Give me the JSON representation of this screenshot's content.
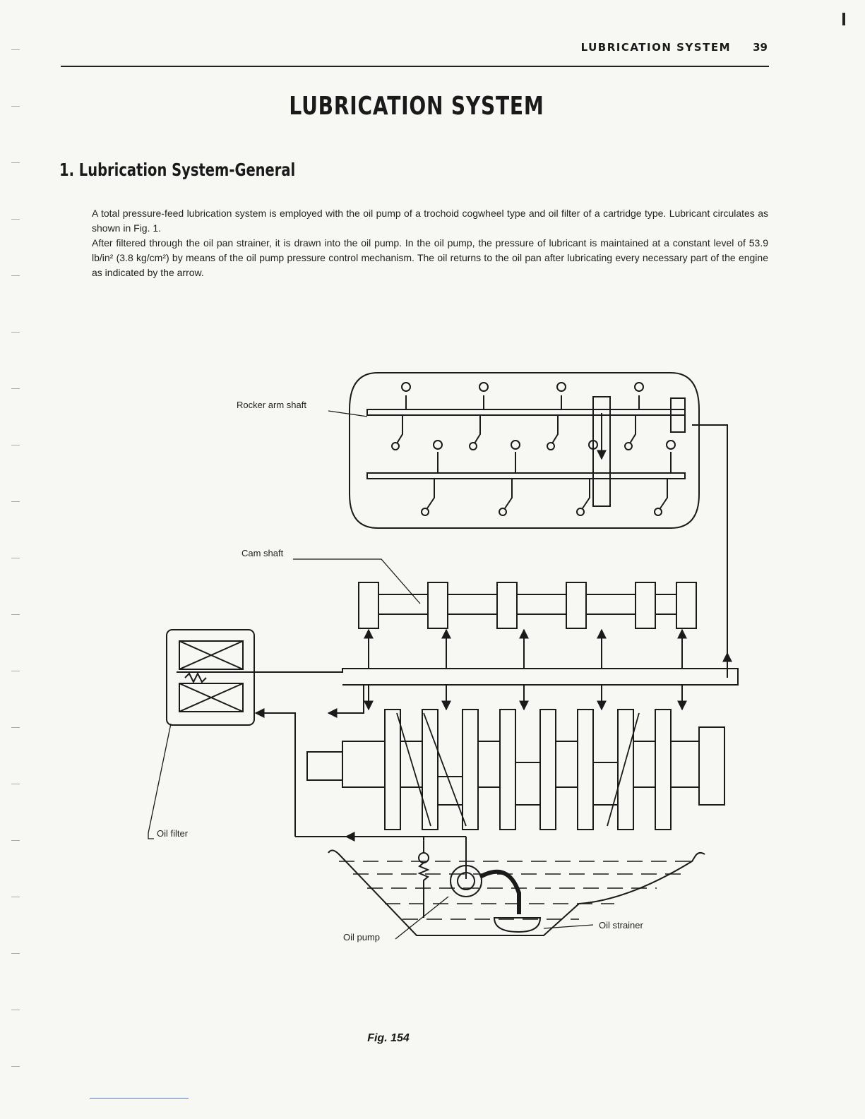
{
  "header": {
    "running_title": "LUBRICATION SYSTEM",
    "page_number": "39"
  },
  "title": "LUBRICATION SYSTEM",
  "section": {
    "heading": "1. Lubrication System-General"
  },
  "body": {
    "paragraph_1": "A total pressure-feed lubrication system is employed with the oil pump of a trochoid cogwheel type and oil filter of a cartridge type. Lubricant circulates as shown in Fig. 1.",
    "paragraph_2": "After filtered through the oil pan strainer, it is drawn into the oil pump. In the oil pump, the pressure of lubricant is maintained at a constant level of 53.9 lb/in² (3.8 kg/cm²) by means of the oil pump pressure control mechanism. The oil returns to the oil pan after lubricating every necessary part of the engine as indicated by the arrow."
  },
  "diagram": {
    "labels": {
      "rocker_arm_shaft": "Rocker arm shaft",
      "cam_shaft": "Cam shaft",
      "oil_filter": "Oil filter",
      "oil_pump": "Oil pump",
      "oil_strainer": "Oil strainer"
    }
  },
  "figure": {
    "caption": "Fig. 154"
  }
}
